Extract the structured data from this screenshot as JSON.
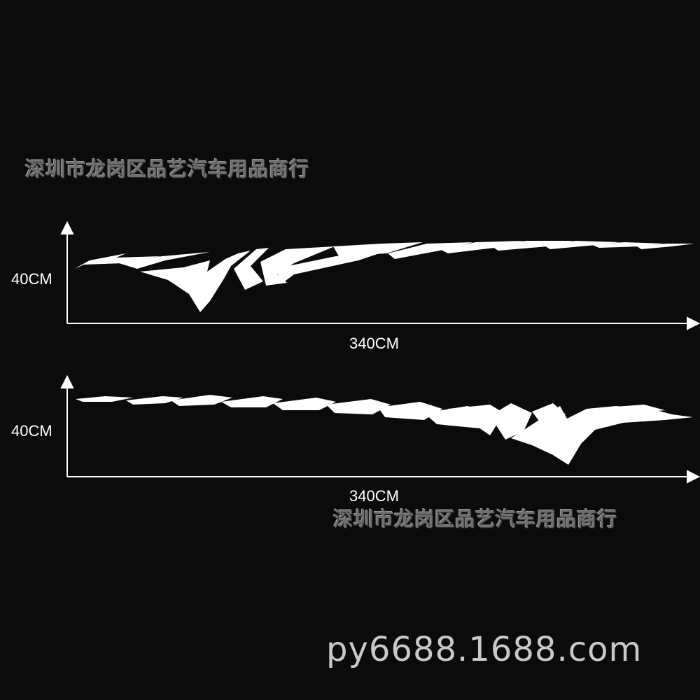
{
  "watermark": {
    "top": "深圳市龙岗区品艺汽车用品商行",
    "bottom": "深圳市龙岗区品艺汽车用品商行"
  },
  "decal_top": {
    "height_label": "40CM",
    "width_label": "340CM"
  },
  "decal_bottom": {
    "height_label": "40CM",
    "width_label": "340CM"
  },
  "site_url": "py6688.1688.com",
  "colors": {
    "background": "#0b0b0b",
    "decal": "#ffffff",
    "watermark": "#6e6e6e",
    "url": "#c9c9c9"
  }
}
